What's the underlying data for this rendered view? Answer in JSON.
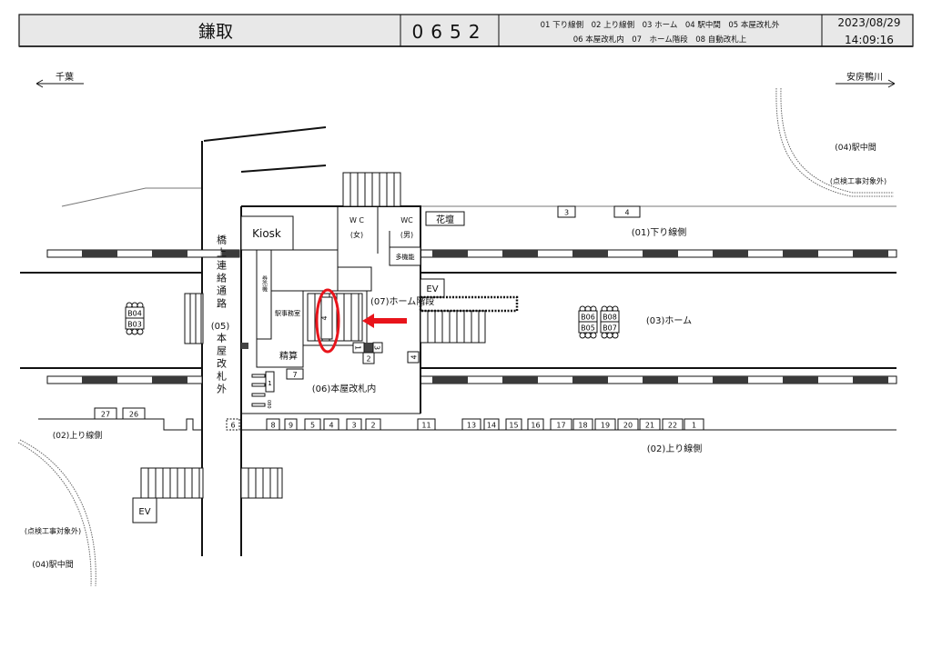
{
  "header": {
    "station": "鎌取",
    "code": "0652",
    "legend_line1": "01 下り線側　02 上り線側　03 ホーム　04 駅中間　05 本屋改札外",
    "legend_line2": "06 本屋改札内　07　ホーム階段　08 自動改札上",
    "date": "2023/08/29",
    "time": "14:09:16"
  },
  "directions": {
    "left": "千葉",
    "right": "安房鴨川"
  },
  "areas": {
    "down_side": "(01)下り線側",
    "up_side": "(02)上り線側",
    "up_side_left": "(02)上り線側",
    "home": "(03)ホーム",
    "mid_right": "(04)駅中間",
    "mid_left": "(04)駅中間",
    "excluded_right": "(点検工事対象外)",
    "excluded_left": "(点検工事対象外)",
    "bridge": "橋上連絡通路",
    "gate_out_code": "(05)",
    "gate_out": "本屋改札外",
    "gate_in": "(06)本屋改札内",
    "stairs": "(07)ホーム階段"
  },
  "facilities": {
    "kiosk": "Kiosk",
    "wc_f": "W C",
    "wc_f_sub": "(女)",
    "wc_m": "WC",
    "wc_m_sub": "(男)",
    "multi": "多機能",
    "flowerbed": "花壇",
    "ev_platform": "EV",
    "ev_outside": "EV",
    "ticket_machine": "券売機",
    "office": "駅事務室",
    "fare_adjust": "精算",
    "gate_unit": "1",
    "gate_code": "080",
    "stair_marker": "4"
  },
  "cameras": {
    "top": [
      "3",
      "4"
    ],
    "bottom": [
      "6",
      "8",
      "9",
      "5",
      "4",
      "3",
      "2",
      "11",
      "13",
      "14",
      "15",
      "16",
      "17",
      "18",
      "19",
      "20",
      "21",
      "22",
      "1"
    ],
    "left": [
      "27",
      "26"
    ],
    "inside": [
      "1",
      "3",
      "2",
      "4",
      "7"
    ]
  },
  "batteries": {
    "left": [
      "B04",
      "B03"
    ],
    "right": [
      "B06",
      "B05",
      "B08",
      "B07"
    ]
  },
  "colors": {
    "header_bg": "#e8e8e8",
    "highlight": "#e8141b"
  }
}
